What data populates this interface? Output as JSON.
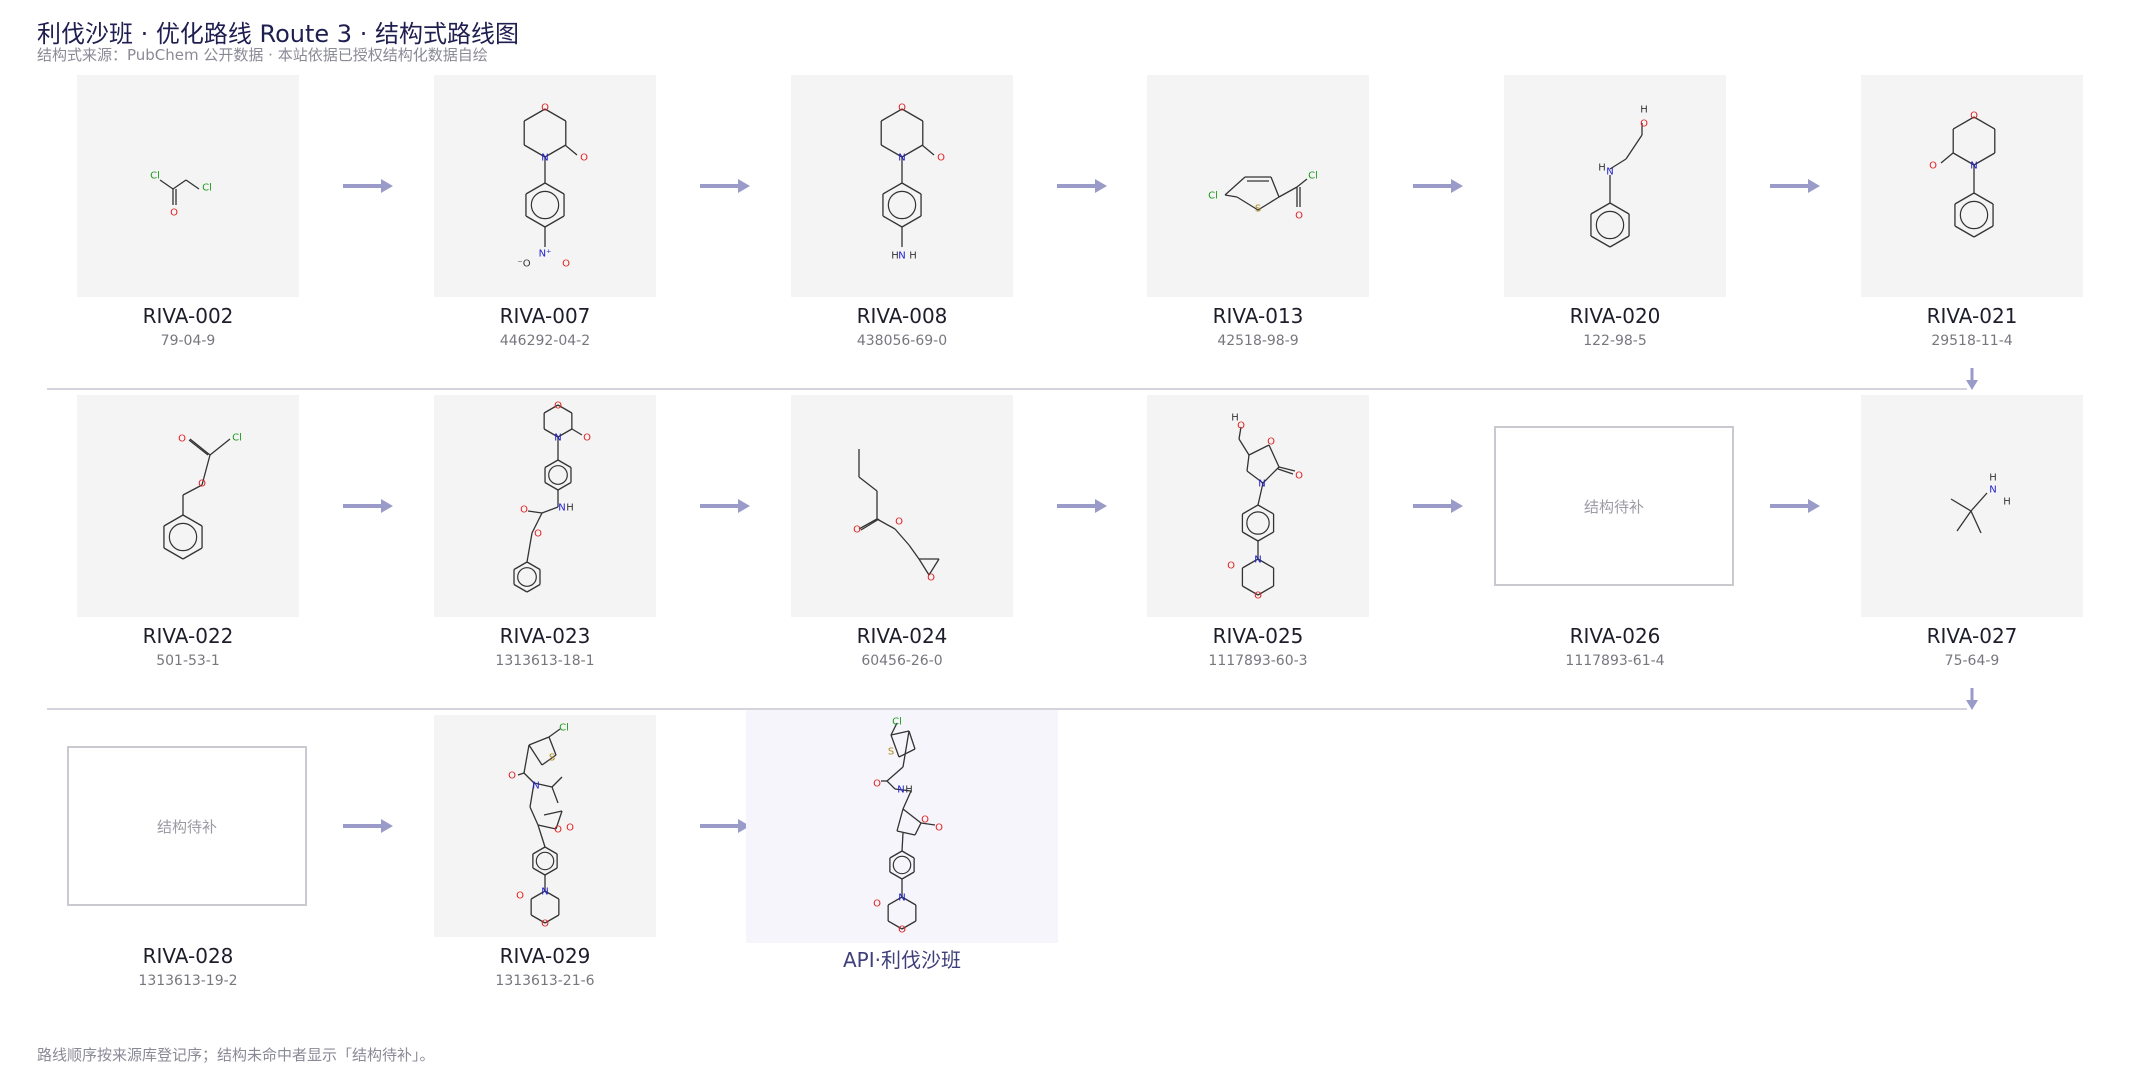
{
  "title": "利伐沙班 · 优化路线 Route 3 · 结构式路线图",
  "subtitle": "结构式来源：PubChem 公开数据 · 本站依据已授权结构化数据自绘",
  "footnote": "路线顺序按来源库登记序；结构未命中者显示「结构待补」。",
  "placeholder_text": "结构待补",
  "colors": {
    "arrow": "#9b9bc9",
    "atom_O": "#e02020",
    "atom_N": "#2020d0",
    "atom_S": "#b08a18",
    "atom_Cl": "#1a9a1a",
    "bond": "#333333"
  },
  "nodes": [
    {
      "code": "RIVA-002",
      "cas": "79-04-9",
      "structure": "chloroacetyl-chloride"
    },
    {
      "code": "RIVA-007",
      "cas": "446292-04-2",
      "structure": "nitrophenyl-morpholinone"
    },
    {
      "code": "RIVA-008",
      "cas": "438056-69-0",
      "structure": "aminophenyl-morpholinone"
    },
    {
      "code": "RIVA-013",
      "cas": "42518-98-9",
      "structure": "chlorothiophene-carbonyl-chloride"
    },
    {
      "code": "RIVA-020",
      "cas": "122-98-5",
      "structure": "anilinoethanol"
    },
    {
      "code": "RIVA-021",
      "cas": "29518-11-4",
      "structure": "phenyl-morpholinone"
    },
    {
      "code": "RIVA-022",
      "cas": "501-53-1",
      "structure": "benzyl-chloroformate"
    },
    {
      "code": "RIVA-023",
      "cas": "1313613-18-1",
      "structure": "cbz-aminophenyl-morpholinone"
    },
    {
      "code": "RIVA-024",
      "cas": "60456-26-0",
      "structure": "glycidyl-butyrate"
    },
    {
      "code": "RIVA-025",
      "cas": "1117893-60-3",
      "structure": "hydroxymethyl-oxazolidinone"
    },
    {
      "code": "RIVA-026",
      "cas": "1117893-61-4",
      "structure": null
    },
    {
      "code": "RIVA-027",
      "cas": "75-64-9",
      "structure": "tert-butylamine"
    },
    {
      "code": "RIVA-028",
      "cas": "1313613-19-2",
      "structure": null
    },
    {
      "code": "RIVA-029",
      "cas": "1313613-21-6",
      "structure": "n-tbutyl-rivaroxaban"
    }
  ],
  "api": {
    "name": "API·利伐沙班",
    "structure": "rivaroxaban"
  }
}
